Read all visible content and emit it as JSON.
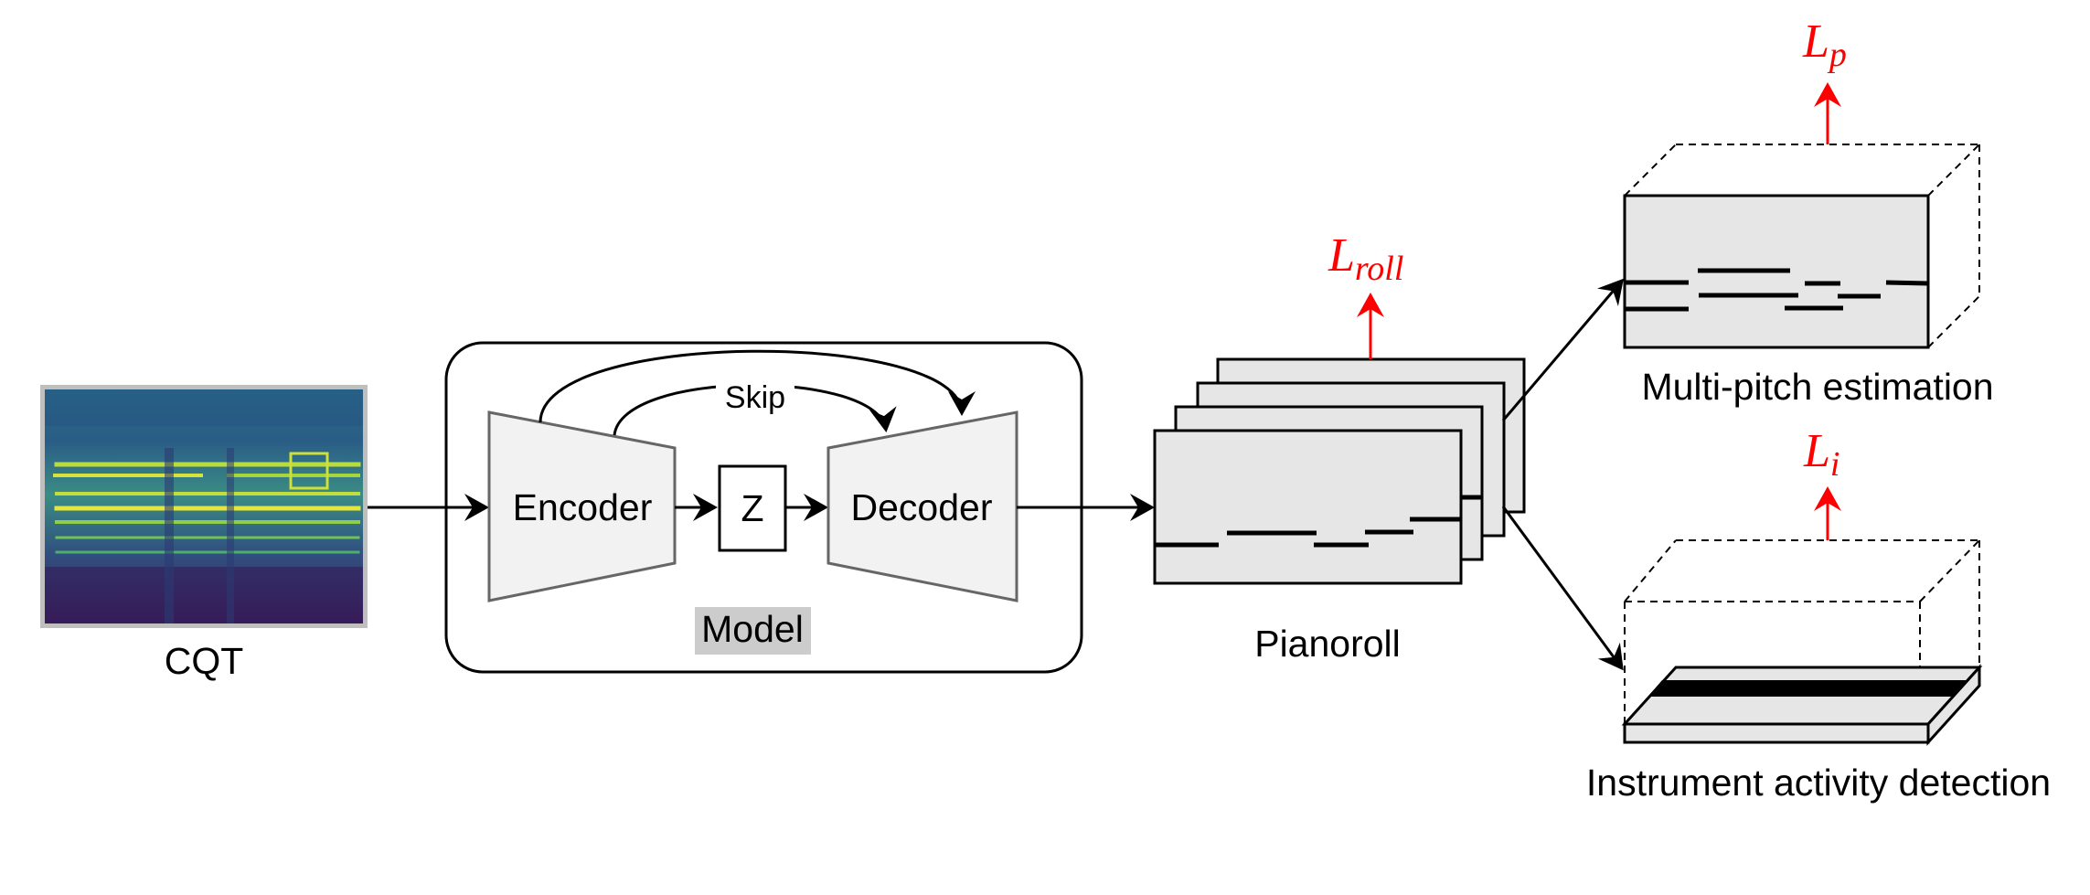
{
  "labels": {
    "cqt": "CQT",
    "encoder": "Encoder",
    "latent": "Z",
    "decoder": "Decoder",
    "skip": "Skip",
    "model": "Model",
    "pianoroll": "Pianoroll",
    "multi_pitch": "Multi-pitch estimation",
    "instrument_activity": "Instrument activity detection"
  },
  "losses": {
    "roll": {
      "symbol": "L",
      "subscript": "roll"
    },
    "pitch": {
      "symbol": "L",
      "subscript": "p"
    },
    "instrument": {
      "symbol": "L",
      "subscript": "i"
    }
  },
  "colors": {
    "loss": "#ff0000",
    "block_fill": "#f2f2f2",
    "roll_fill": "#e6e6e6",
    "model_label_bg": "#cccccc",
    "line": "#000000"
  }
}
